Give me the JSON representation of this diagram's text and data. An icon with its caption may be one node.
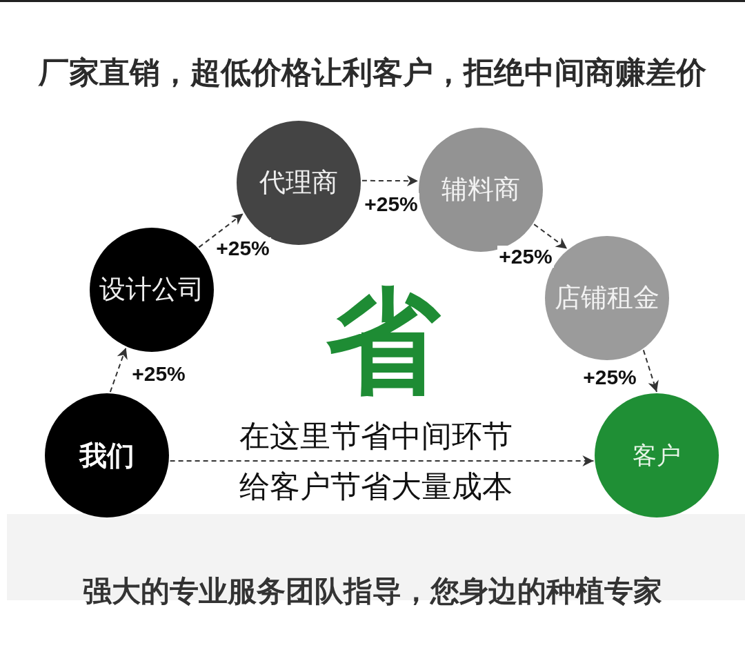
{
  "diagram": {
    "title": "厂家直销，超低价格让利客户，拒绝中间商赚差价",
    "caption": "强大的专业服务团队指导，您身边的种植专家",
    "nodes": [
      {
        "text": [
          "我们"
        ]
      },
      {
        "text": [
          "设计公司"
        ]
      },
      {
        "text": [
          "代理商"
        ]
      },
      {
        "text": [
          "辅料商"
        ]
      },
      {
        "text": [
          "店铺租金"
        ]
      },
      {
        "text": [
          "客户"
        ]
      }
    ],
    "edges": [
      {
        "from": 0,
        "to": 1,
        "arrow": "to",
        "label": "+25%",
        "style": "dashed"
      },
      {
        "from": 1,
        "to": 2,
        "arrow": "to",
        "label": "+25%",
        "style": "dashed"
      },
      {
        "from": 2,
        "to": 3,
        "arrow": "to",
        "label": "+25%",
        "style": "dashed"
      },
      {
        "from": 3,
        "to": 4,
        "arrow": "to",
        "label": "+25%",
        "style": "dashed"
      },
      {
        "from": 4,
        "to": 5,
        "arrow": "to",
        "label": "+25%",
        "style": "dashed"
      },
      {
        "from": 0,
        "to": 5,
        "arrow": "to",
        "style": "dashed"
      }
    ],
    "labels": [
      "省",
      "在这里节省中间环节",
      "给客户节省大量成本"
    ]
  }
}
